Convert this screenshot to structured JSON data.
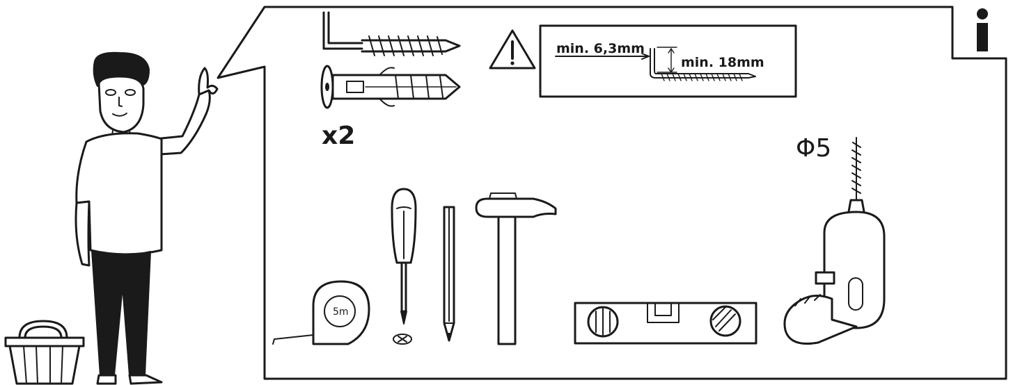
{
  "labels": {
    "quantity": "x2",
    "drill_bit_size": "Φ5",
    "min_head_gap": "min. 6,3mm",
    "min_screw_length": "min. 18mm",
    "tape_length": "5m"
  },
  "icons": [
    "person-icon",
    "basket-icon",
    "info-icon",
    "hook-screw-icon",
    "wall-plug-icon",
    "warning-icon",
    "tape-measure-icon",
    "screwdriver-icon",
    "pencil-icon",
    "hammer-icon",
    "spirit-level-icon",
    "power-drill-icon"
  ],
  "colors": {
    "ink": "#1a1a1a",
    "paper": "#ffffff"
  }
}
